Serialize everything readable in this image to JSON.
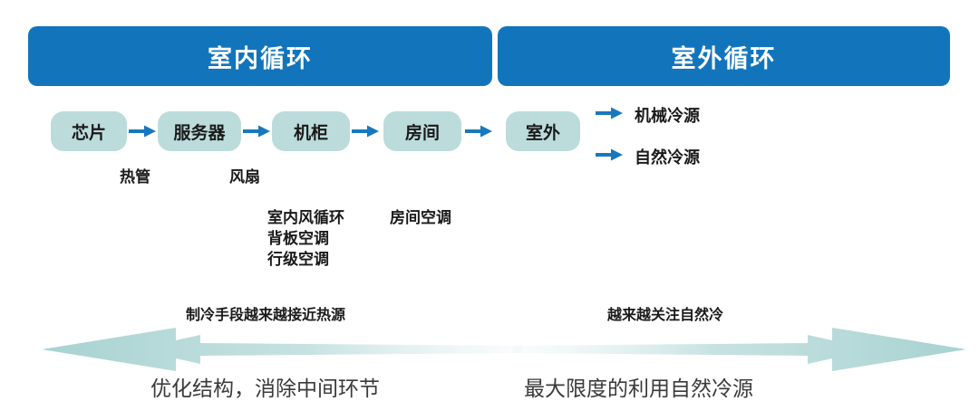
{
  "headers": [
    {
      "label": "室内循环",
      "color": "#1275bc"
    },
    {
      "label": "室外循环",
      "color": "#1275bc"
    }
  ],
  "flow": {
    "pill_color": "#bcdcdc",
    "arrow_color": "#1878be",
    "nodes": [
      {
        "label": "芯片"
      },
      {
        "label": "服务器"
      },
      {
        "label": "机柜"
      },
      {
        "label": "房间"
      },
      {
        "label": "室外"
      }
    ]
  },
  "cooling_sources": [
    {
      "label": "机械冷源"
    },
    {
      "label": "自然冷源"
    }
  ],
  "component_labels": [
    {
      "label": "热管"
    },
    {
      "label": "风扇"
    }
  ],
  "methods": {
    "column_left": "室内风循环\n背板空调\n行级空调",
    "column_left_lines": [
      "室内风循环",
      "背板空调",
      "行级空调"
    ],
    "column_right": "房间空调"
  },
  "trend_captions": [
    {
      "label": "制冷手段越来越接近热源"
    },
    {
      "label": "越来越关注自然冷"
    }
  ],
  "big_arrows": {
    "color": "#aed4d4",
    "left_direction": "left",
    "right_direction": "right"
  },
  "bottom_captions": [
    {
      "label": "优化结构，消除中间环节"
    },
    {
      "label": "最大限度的利用自然冷源"
    }
  ]
}
